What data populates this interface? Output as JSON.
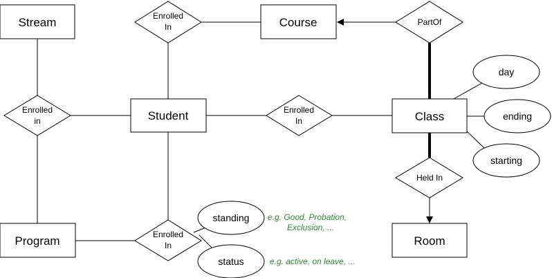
{
  "entities": {
    "stream": "Stream",
    "course": "Course",
    "student": "Student",
    "class": "Class",
    "program": "Program",
    "room": "Room"
  },
  "relationships": {
    "enrolled_in_course": [
      "Enrolled",
      "In"
    ],
    "enrolled_in_stream": [
      "Enrolled",
      "in"
    ],
    "enrolled_in_class": [
      "Enrolled",
      "In"
    ],
    "enrolled_in_program": [
      "Enrolled",
      "In"
    ],
    "part_of": "PartOf",
    "held_in": "Held In"
  },
  "attributes": {
    "day": "day",
    "ending": "ending",
    "starting": "starting",
    "standing": "standing",
    "status": "status"
  },
  "notes": {
    "standing_line1": "e.g. Good, Probation,",
    "standing_line2": "Exclusion, ...",
    "status": "e.g. active, on leave, ..."
  },
  "colors": {
    "note": "#2e8b2e",
    "stroke": "#000000",
    "fill": "#ffffff"
  }
}
